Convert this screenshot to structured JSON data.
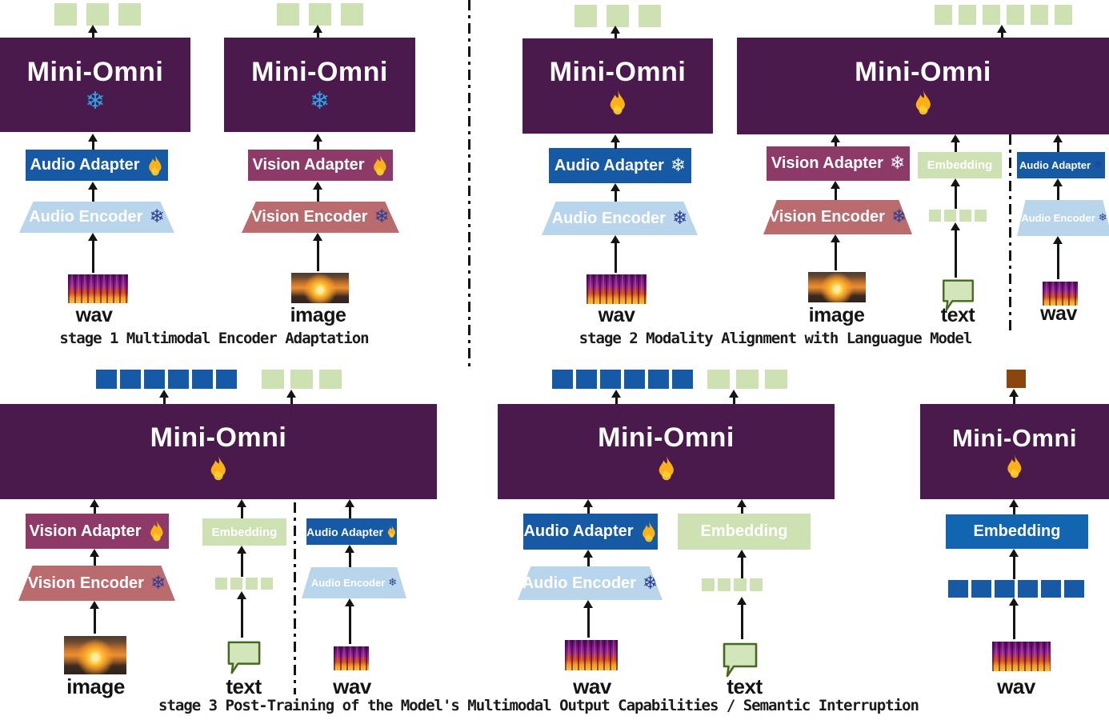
{
  "model_name": "Mini-Omni",
  "icons": {
    "snowflake": "❄",
    "snowflake_meaning": "frozen",
    "flame_meaning": "trainable"
  },
  "labels": {
    "audio_adapter": "Audio Adapter",
    "audio_encoder": "Audio Encoder",
    "vision_adapter": "Vision Adapter",
    "vision_encoder": "Vision Encoder",
    "embedding": "Embedding",
    "wav": "wav",
    "image": "image",
    "text": "text"
  },
  "captions": {
    "stage1": "stage 1  Multimodal Encoder Adaptation",
    "stage2": "stage 2 Modality Alignment with Languague Model",
    "stage3": "stage 3 Post-Training of the Model's Multimodal Output Capabilities / Semantic Interruption"
  },
  "colors": {
    "model_box_purple": "#4a1a4d",
    "audio_adapter_blue": "#1659a4",
    "audio_encoder_lightblue": "#b9d5ec",
    "vision_adapter_magenta": "#8e3a68",
    "vision_encoder_rose": "#ba6b6e",
    "embedding_green": "#cde1b2",
    "embedding_blue": "#1266b1",
    "token_green": "#cde1b2",
    "token_blue": "#1659a4",
    "token_brown": "#8a460e",
    "snowflake_bright_blue": "#2aa6e9",
    "snowflake_navy": "#2b3f94",
    "flame_gold": "#fbb117"
  },
  "tokens": {
    "s1_audio_out": {
      "count": 3,
      "color": "#cde1b2"
    },
    "s1_vision_out": {
      "count": 3,
      "color": "#cde1b2"
    },
    "s2_audio_out": {
      "count": 3,
      "color": "#cde1b2"
    },
    "s2_multimodal_out": {
      "count": 6,
      "color": "#cde1b2"
    },
    "s2_text_embed": {
      "count": 4,
      "color": "#cde1b2"
    },
    "s3g1_out_blue": {
      "count": 6,
      "color": "#1659a4"
    },
    "s3g1_out_green": {
      "count": 3,
      "color": "#cde1b2"
    },
    "s3g1_text_embed": {
      "count": 4,
      "color": "#cde1b2"
    },
    "s3g2_out_blue": {
      "count": 6,
      "color": "#1659a4"
    },
    "s3g2_out_green": {
      "count": 3,
      "color": "#cde1b2"
    },
    "s3g2_text_embed": {
      "count": 4,
      "color": "#cde1b2"
    },
    "s3g3_out_brown": {
      "count": 1,
      "color": "#8a460e"
    },
    "s3g3_audio_embed": {
      "count": 6,
      "color": "#1659a4"
    }
  }
}
